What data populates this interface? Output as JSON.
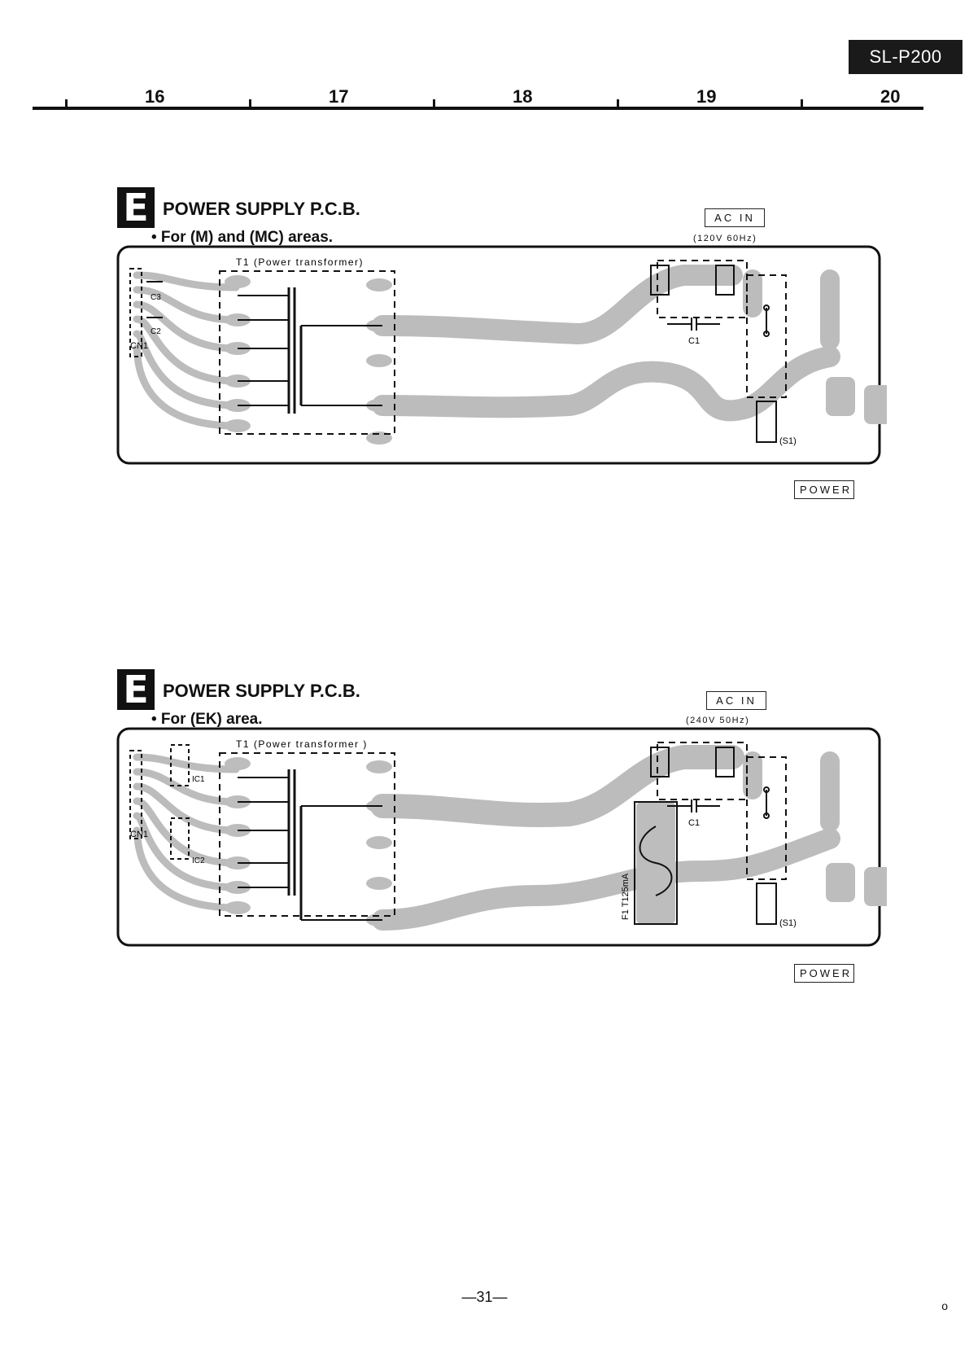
{
  "header": {
    "model": "SL-P200",
    "columns": [
      "16",
      "17",
      "18",
      "19",
      "20"
    ]
  },
  "boards": [
    {
      "badge": "E",
      "title": "POWER SUPPLY P.C.B.",
      "subtitle": "• For (M) and (MC) areas.",
      "ac_in": "AC  IN",
      "ac_spec": "(120V  60Hz)",
      "transformer": "T1  (Power transformer)",
      "cn_label": "CN1",
      "c1_label": "C1",
      "c2_label": "C2",
      "c3_label": "C3",
      "switch_label": "(S1)",
      "power_label": "POWER"
    },
    {
      "badge": "E",
      "title": "POWER SUPPLY P.C.B.",
      "subtitle": "• For (EK) area.",
      "ac_in": "AC  IN",
      "ac_spec": "(240V   50Hz)",
      "transformer": "T1 (Power transformer )",
      "cn_label": "CN1",
      "c1_label": "C1",
      "ic1_label": "IC1",
      "ic2_label": "IC2",
      "fuse_label": "F1  T125mA",
      "switch_label": "(S1)",
      "power_label": "POWER"
    }
  ],
  "footer": {
    "page": "—31—",
    "mark": "o"
  },
  "colors": {
    "trace": "#b9b9b9",
    "outline": "#111111"
  }
}
